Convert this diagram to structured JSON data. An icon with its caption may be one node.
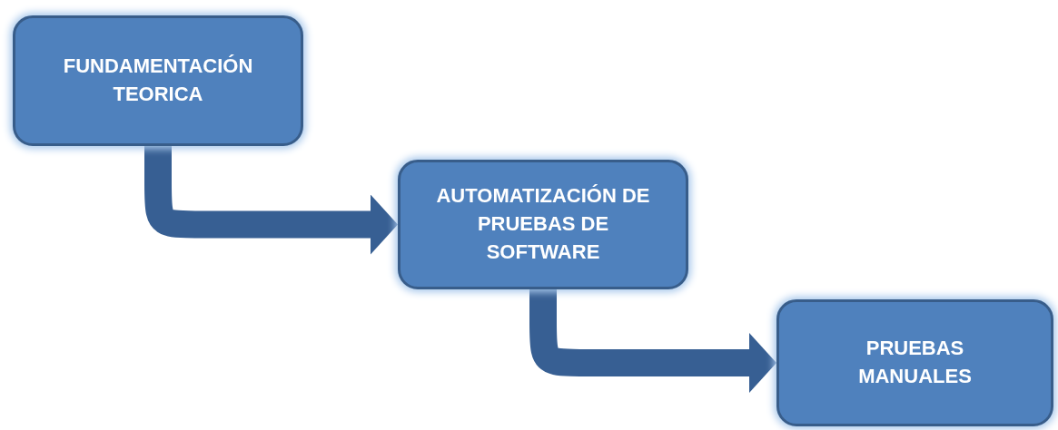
{
  "diagram": {
    "nodes": [
      {
        "text": [
          "FUNDAMENTACIÓN TEORICA"
        ]
      },
      {
        "text": [
          "AUTOMATIZACIÓN DE PRUEBAS DE SOFTWARE"
        ]
      },
      {
        "text": [
          "PRUEBAS MANUALES"
        ]
      }
    ],
    "edges": [
      {
        "from": 0,
        "to": 1,
        "arrow": "to"
      },
      {
        "from": 1,
        "to": 2,
        "arrow": "to"
      }
    ]
  }
}
